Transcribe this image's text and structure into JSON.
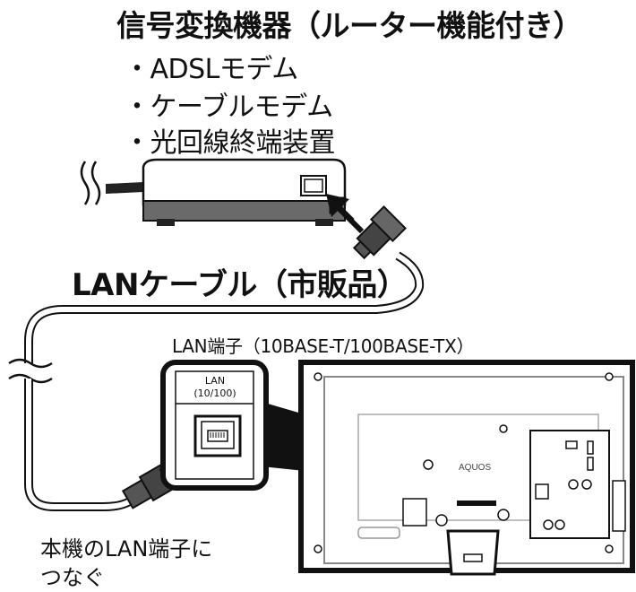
{
  "title": "信号変換機器（ルーター機能付き）",
  "devices": [
    "・ADSLモデム",
    "・ケーブルモデム",
    "・光回線終端装置"
  ],
  "cable_label": "LANケーブル（市販品）",
  "port_label": "LAN端子（10BASE-T/100BASE-TX）",
  "panel_label": "LAN",
  "panel_speed": "(10/100)",
  "tv_logo": "AQUOS",
  "connect_instruction_line1": "本機のLAN端子に",
  "connect_instruction_line2": "つなぐ"
}
